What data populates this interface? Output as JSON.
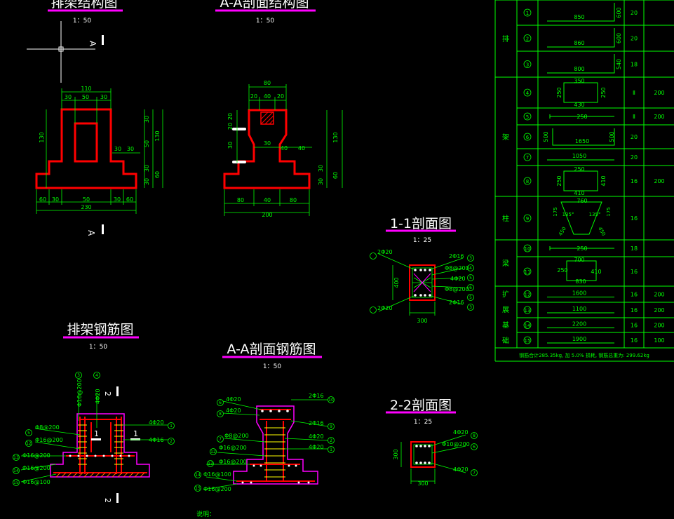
{
  "colors": {
    "background": "#000000",
    "concrete_outline": "#ff0000",
    "dimension_green": "#00ff00",
    "title_white": "#ffffff",
    "title_underline": "#ff00ff",
    "rebar_orange": "#ff6a00",
    "rebar_cyan": "#00ffff",
    "axis_white": "#ffffff"
  },
  "titles": {
    "frame_structure": "排架结构图",
    "frame_structure_scale": "1：50",
    "aa_structure": "A-A剖面结构图",
    "aa_structure_scale": "1：50",
    "section_11": "1-1剖面图",
    "section_11_scale": "1：25",
    "frame_rebar": "排架钢筋图",
    "frame_rebar_scale": "1：50",
    "aa_rebar": "A-A剖面钢筋图",
    "aa_rebar_scale": "1：50",
    "section_22": "2-2剖面图",
    "section_22_scale": "1：25",
    "notes": "说明："
  },
  "marks": {
    "aa_top": "A",
    "aa_bottom": "A",
    "s22_top": "2",
    "s22_bottom": "2",
    "s11_left": "1",
    "s11_right": "1"
  },
  "frame_dims": {
    "top": [
      "110",
      "30",
      "50",
      "30"
    ],
    "bottom": [
      "60",
      "30",
      "50",
      "30",
      "60"
    ],
    "total": "230",
    "left_h": "130",
    "right_small": [
      "30",
      "30"
    ],
    "right_inner": [
      "30",
      "50",
      "30",
      "30"
    ],
    "right_outer": [
      "130",
      "60"
    ]
  },
  "aa_dims": {
    "top": [
      "80",
      "20",
      "40",
      "20"
    ],
    "mid": [
      "30",
      "40",
      "40"
    ],
    "bottom": [
      "80",
      "40",
      "80"
    ],
    "total": "200",
    "left": [
      "20",
      "20",
      "30"
    ],
    "right": [
      "130",
      "30",
      "30",
      "60"
    ]
  },
  "s11_labels": {
    "tl": "2Φ20",
    "bl": "2Φ20",
    "r": [
      "2Φ16",
      "Φ8@200",
      "4Φ20",
      "Φ8@200",
      "2Φ16"
    ],
    "circles": [
      "3",
      "4",
      "5",
      "6",
      "5",
      "3"
    ],
    "height": "400",
    "width": "300"
  },
  "s22_labels": {
    "r": [
      "4Φ20",
      "Φ10@200",
      "4Φ20"
    ],
    "circles": [
      "8",
      "6",
      "7"
    ],
    "height": "300",
    "width": "300"
  },
  "frame_rebar_labels": {
    "left": [
      "Φ8@200",
      "Φ16@200",
      "Φ16@200",
      "Φ16@200",
      "Φ16@100"
    ],
    "left_circles": [
      "5",
      "12",
      "13",
      "14",
      "15"
    ],
    "right": [
      "4Φ20",
      "4Φ16"
    ],
    "right_circles": [
      "1",
      "2"
    ],
    "vertical": [
      "Φ16@200",
      "4Φ20"
    ],
    "vertical_circles": [
      "3",
      "4"
    ]
  },
  "aa_rebar_labels": {
    "left": [
      "4Φ20",
      "4Φ20",
      "Φ8@200",
      "Φ16@200",
      "Φ16@200",
      "Φ16@100",
      "Φ16@200"
    ],
    "left_circles": [
      "6",
      "8",
      "7",
      "12",
      "13",
      "14",
      "15"
    ],
    "right": [
      "2Φ16",
      "2Φ16",
      "4Φ20",
      "4Φ20"
    ],
    "right_circles": [
      "10",
      "9",
      "2",
      "1"
    ]
  },
  "rebar_table": {
    "groups": [
      {
        "name": "排",
        "rows": [
          0,
          1,
          2
        ]
      },
      {
        "name": "架",
        "rows": [
          3,
          4,
          5,
          6,
          7
        ]
      },
      {
        "name": "柱",
        "rows": [
          8
        ]
      },
      {
        "name": "梁",
        "rows": [
          9,
          10
        ]
      },
      {
        "name": "扩展基础",
        "rows": [
          11,
          12,
          13,
          14
        ]
      }
    ],
    "rows": [
      {
        "no": "1",
        "dims": [
          "850",
          "600"
        ],
        "dia": "20",
        "spacing": ""
      },
      {
        "no": "2",
        "dims": [
          "860",
          "600"
        ],
        "dia": "20",
        "spacing": ""
      },
      {
        "no": "3",
        "dims": [
          "800",
          "540"
        ],
        "dia": "18",
        "spacing": ""
      },
      {
        "no": "4",
        "dims": [
          "350",
          "430",
          "250",
          "250"
        ],
        "dia": "Ⅱ",
        "spacing": "200"
      },
      {
        "no": "5",
        "dims": [
          "250"
        ],
        "dia": "Ⅱ",
        "spacing": "200"
      },
      {
        "no": "6",
        "dims": [
          "1650",
          "500",
          "500"
        ],
        "dia": "20",
        "spacing": ""
      },
      {
        "no": "7",
        "dims": [
          "1050"
        ],
        "dia": "20",
        "spacing": ""
      },
      {
        "no": "8",
        "dims": [
          "250",
          "410",
          "250",
          "410"
        ],
        "dia": "16",
        "spacing": "200"
      },
      {
        "no": "9",
        "dims": [
          "760",
          "175",
          "175",
          "135°",
          "135°",
          "450",
          "450"
        ],
        "dia": "16",
        "spacing": ""
      },
      {
        "no": "10",
        "dims": [
          "250"
        ],
        "dia": "18",
        "spacing": ""
      },
      {
        "no": "11",
        "dims": [
          "700",
          "250",
          "410",
          "830"
        ],
        "dia": "16",
        "spacing": ""
      },
      {
        "no": "12",
        "dims": [
          "1600"
        ],
        "dia": "16",
        "spacing": "200"
      },
      {
        "no": "13",
        "dims": [
          "1100"
        ],
        "dia": "16",
        "spacing": "200"
      },
      {
        "no": "14",
        "dims": [
          "2200"
        ],
        "dia": "16",
        "spacing": "200"
      },
      {
        "no": "15",
        "dims": [
          "1900"
        ],
        "dia": "16",
        "spacing": "100"
      }
    ],
    "footer": "钢筋合计285.35kg, 加 5.0% 损耗, 钢筋总重为: 299.62kg"
  }
}
